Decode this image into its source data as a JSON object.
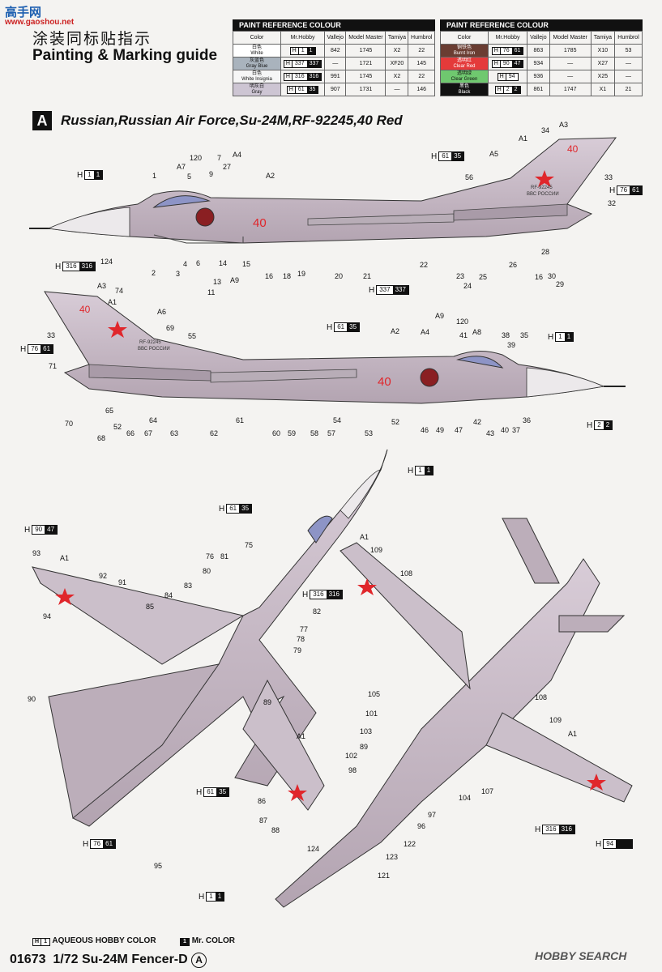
{
  "watermark": {
    "text": "高手网",
    "sub": "www.gaoshou.net"
  },
  "title": {
    "zh": "涂装同标贴指示",
    "en": "Painting & Marking guide"
  },
  "paint_table_left": {
    "heading": "PAINT REFERENCE COLOUR",
    "headers": [
      "Color",
      "Mr.Hobby",
      "Vallejo",
      "Model Master",
      "Tamiya",
      "Humbrol"
    ],
    "rows": [
      {
        "zh": "白色",
        "name": "White",
        "hnum": "1",
        "mnum": "1",
        "vallejo": "842",
        "mm": "1745",
        "tamiya": "X2",
        "humbrol": "22",
        "swatch": "#ffffff"
      },
      {
        "zh": "灰蓝色",
        "name": "Gray Blue",
        "hnum": "337",
        "mnum": "337",
        "vallejo": "—",
        "mm": "1721",
        "tamiya": "XF20",
        "humbrol": "145",
        "swatch": "#a9b3bd"
      },
      {
        "zh": "白色",
        "name": "White Insignia",
        "hnum": "316",
        "mnum": "316",
        "vallejo": "991",
        "mm": "1745",
        "tamiya": "X2",
        "humbrol": "22",
        "swatch": "#f6f6f6"
      },
      {
        "zh": "明灰白",
        "name": "Gray",
        "hnum": "61",
        "mnum": "35",
        "vallejo": "907",
        "mm": "1731",
        "tamiya": "—",
        "humbrol": "146",
        "swatch": "#cdc5d3"
      }
    ]
  },
  "paint_table_right": {
    "heading": "PAINT REFERENCE COLOUR",
    "headers": [
      "Color",
      "Mr.Hobby",
      "Vallejo",
      "Model Master",
      "Tamiya",
      "Humbrol"
    ],
    "rows": [
      {
        "zh": "铜铁色",
        "name": "Burnt Iron",
        "hnum": "76",
        "mnum": "61",
        "vallejo": "863",
        "mm": "1785",
        "tamiya": "X10",
        "humbrol": "53",
        "swatch": "#6a3d32"
      },
      {
        "zh": "透明红",
        "name": "Clear Red",
        "hnum": "90",
        "mnum": "47",
        "vallejo": "934",
        "mm": "—",
        "tamiya": "X27",
        "humbrol": "—",
        "swatch": "#e43a3a"
      },
      {
        "zh": "透明绿",
        "name": "Clear Green",
        "hnum": "94",
        "mnum": "",
        "vallejo": "936",
        "mm": "—",
        "tamiya": "X25",
        "humbrol": "—",
        "swatch": "#6fc86f"
      },
      {
        "zh": "黑色",
        "name": "Black",
        "hnum": "2",
        "mnum": "2",
        "vallejo": "861",
        "mm": "1747",
        "tamiya": "X1",
        "humbrol": "21",
        "swatch": "#111111"
      }
    ]
  },
  "section": {
    "letter": "A",
    "title": "Russian,Russian Air Force,Su-24M,RF-92245,40 Red"
  },
  "aircraft": {
    "number": "40",
    "serial": "RF-92245",
    "air_force_text": "ВВС РОССИИ"
  },
  "colors": {
    "body": "#cfc3ce",
    "body_dark": "#a99ba8",
    "nose": "#ebe8ea",
    "red": "#e0262b",
    "canopy": "#8d94c6",
    "black": "#111111"
  },
  "callouts_side1": [
    "1",
    "120",
    "A7",
    "5",
    "7",
    "A4",
    "27",
    "9",
    "A2",
    "A1",
    "34",
    "A3",
    "A5",
    "56",
    "33",
    "32",
    "124",
    "2",
    "3",
    "4",
    "6",
    "14",
    "13",
    "11",
    "15",
    "A9",
    "16",
    "18",
    "19",
    "20",
    "21",
    "22",
    "23",
    "24",
    "25",
    "26",
    "28",
    "16",
    "30",
    "29"
  ],
  "callouts_side2": [
    "A3",
    "74",
    "A1",
    "A6",
    "69",
    "55",
    "33",
    "71",
    "A9",
    "120",
    "A2",
    "A4",
    "41",
    "A8",
    "38",
    "35",
    "39",
    "70",
    "65",
    "52",
    "68",
    "66",
    "67",
    "64",
    "63",
    "62",
    "61",
    "60",
    "59",
    "58",
    "57",
    "54",
    "53",
    "52",
    "46",
    "49",
    "47",
    "43",
    "42",
    "40",
    "37",
    "36"
  ],
  "callouts_top": [
    "93",
    "A1",
    "92",
    "91",
    "94",
    "85",
    "84",
    "83",
    "80",
    "76",
    "81",
    "75",
    "82",
    "77",
    "78",
    "79",
    "90",
    "89",
    "A1",
    "86",
    "87",
    "88",
    "95"
  ],
  "callouts_bottom": [
    "A1",
    "109",
    "108",
    "105",
    "101",
    "103",
    "89",
    "102",
    "98",
    "108",
    "109",
    "A1",
    "107",
    "104",
    "97",
    "96",
    "122",
    "124",
    "123",
    "121"
  ],
  "color_refs": {
    "r1": {
      "h": "1",
      "m": "1"
    },
    "r2": {
      "h": "61",
      "m": "35"
    },
    "r3": {
      "h": "76",
      "m": "61"
    },
    "r4": {
      "h": "316",
      "m": "316"
    },
    "r5": {
      "h": "76",
      "m": "61"
    },
    "r6": {
      "h": "61",
      "m": "35"
    },
    "r7": {
      "h": "1",
      "m": "1"
    },
    "r8": {
      "h": "2",
      "m": "2"
    },
    "r9": {
      "h": "337",
      "m": "337"
    },
    "r10": {
      "h": "1",
      "m": "1"
    },
    "r11": {
      "h": "61",
      "m": "35"
    },
    "r12": {
      "h": "90",
      "m": "47"
    },
    "r13": {
      "h": "316",
      "m": "316"
    },
    "r14": {
      "h": "61",
      "m": "35"
    },
    "r15": {
      "h": "76",
      "m": "61"
    },
    "r16": {
      "h": "316",
      "m": "316"
    },
    "r17": {
      "h": "94",
      "m": ""
    },
    "r18": {
      "h": "1",
      "m": "1"
    }
  },
  "legend": {
    "aqueous": "AQUEOUS HOBBY COLOR",
    "mr": "Mr. COLOR"
  },
  "footer": {
    "code": "01673",
    "title": "1/72 Su-24M Fencer-D",
    "variant": "A",
    "logo": "HOBBY SEARCH"
  }
}
